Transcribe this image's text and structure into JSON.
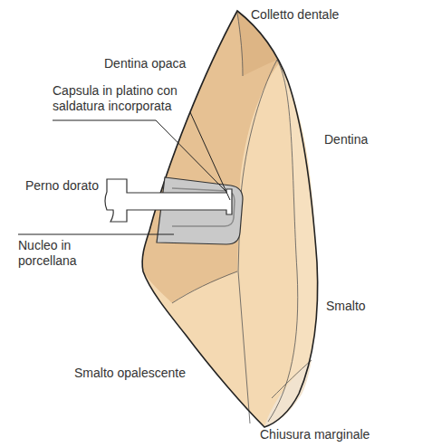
{
  "diagram": {
    "labels": [
      "Colletto dentale",
      "Dentina opaca",
      "Capsula in platino con saldatura incorporata",
      "Dentina",
      "Perno dorato",
      "Nucleo in porcellana",
      "Smalto",
      "Smalto opalescente",
      "Chiusura marginale"
    ]
  }
}
